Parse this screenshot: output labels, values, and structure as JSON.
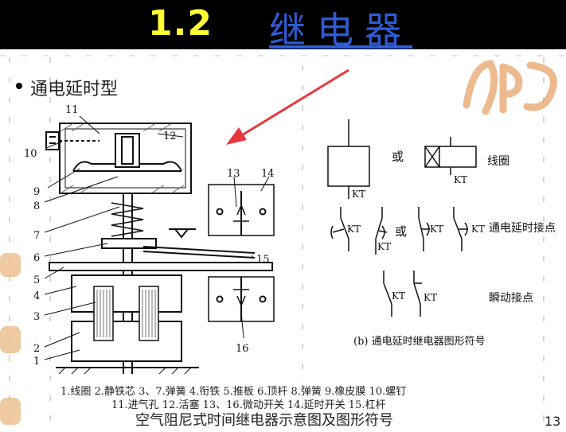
{
  "slide": {
    "title_number": "1.2",
    "title_text": "继电器",
    "bullet": "通电延时型",
    "page_number": "13"
  },
  "diagram_a": {
    "labels": {
      "n1": "1",
      "n2": "2",
      "n3": "3",
      "n4": "4",
      "n5": "5",
      "n6": "6",
      "n7": "7",
      "n8": "8",
      "n9": "9",
      "n10": "10",
      "n11": "11",
      "n12": "12",
      "n13": "13",
      "n14": "14",
      "n15": "15",
      "n16": "16"
    }
  },
  "diagram_b": {
    "or1": "或",
    "or2": "或",
    "coil_label": "线圈",
    "kt": "KT",
    "delay_contacts_label": "通电延时接点",
    "instant_contacts_label": "瞬动接点",
    "caption": "(b) 通电延时继电器图形符号"
  },
  "captions": {
    "line1": "1.线圈 2.静铁芯 3、7.弹簧 4.衔铁 5.推板 6.顶杆 8.弹簧 9.橡皮膜 10.螺钉",
    "line2": "11.进气孔 12.活塞 13、16.微动开关 14.延时开关 15.杠杆",
    "line3": "空气阻尼式时间继电器示意图及图形符号"
  },
  "colors": {
    "title_bar": "#000000",
    "title_number": "#ffff33",
    "title_text": "#2f5bd6",
    "arrow": "#e8383d"
  }
}
